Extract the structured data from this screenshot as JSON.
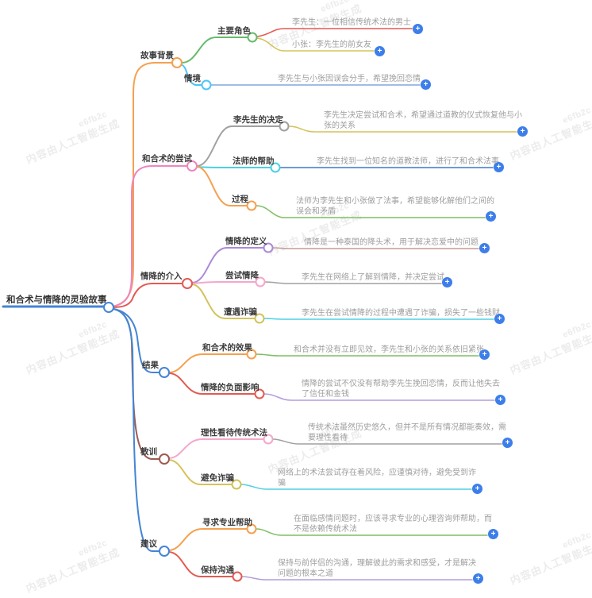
{
  "mindmap": {
    "root": {
      "label": "和合术与情降的灵验故事"
    },
    "branches": [
      {
        "label": "故事背景",
        "children": [
          {
            "label": "主要角色",
            "leaves": [
              {
                "text": "李先生：一位相信传统术法的男士"
              },
              {
                "text": "小张：李先生的前女友"
              }
            ]
          },
          {
            "label": "情境",
            "leaves": [
              {
                "text": "李先生与小张因误会分手，希望挽回恋情"
              }
            ]
          }
        ]
      },
      {
        "label": "和合术的尝试",
        "children": [
          {
            "label": "李先生的决定",
            "leaves": [
              {
                "text": "李先生决定尝试和合术，希望通过道教的仪式恢复他与小张的关系"
              }
            ]
          },
          {
            "label": "法师的帮助",
            "leaves": [
              {
                "text": "李先生找到一位知名的道教法师，进行了和合术法事"
              }
            ]
          },
          {
            "label": "过程",
            "leaves": [
              {
                "text": "法师为李先生和小张做了法事，希望能够化解他们之间的误会和矛盾"
              }
            ]
          }
        ]
      },
      {
        "label": "情降的介入",
        "children": [
          {
            "label": "情降的定义",
            "leaves": [
              {
                "text": "情降是一种泰国的降头术，用于解决恋爱中的问题"
              }
            ]
          },
          {
            "label": "尝试情降",
            "leaves": [
              {
                "text": "李先生在网络上了解到情降，并决定尝试"
              }
            ]
          },
          {
            "label": "遭遇诈骗",
            "leaves": [
              {
                "text": "李先生在尝试情降的过程中遭遇了诈骗，损失了一些钱财"
              }
            ]
          }
        ]
      },
      {
        "label": "结果",
        "children": [
          {
            "label": "和合术的效果",
            "leaves": [
              {
                "text": "和合术并没有立即见效，李先生和小张的关系依旧紧张"
              }
            ]
          },
          {
            "label": "情降的负面影响",
            "leaves": [
              {
                "text": "情降的尝试不仅没有帮助李先生挽回恋情，反而让他失去了信任和金钱"
              }
            ]
          }
        ]
      },
      {
        "label": "教训",
        "children": [
          {
            "label": "理性看待传统术法",
            "leaves": [
              {
                "text": "传统术法虽然历史悠久，但并不是所有情况都能奏效，需要理性看待"
              }
            ]
          },
          {
            "label": "避免诈骗",
            "leaves": [
              {
                "text": "网络上的术法尝试存在着风险，应谨慎对待，避免受到诈骗"
              }
            ]
          }
        ]
      },
      {
        "label": "建议",
        "children": [
          {
            "label": "寻求专业帮助",
            "leaves": [
              {
                "text": "在面临感情问题时，应该寻求专业的心理咨询师帮助，而不是依赖传统术法"
              }
            ]
          },
          {
            "label": "保持沟通",
            "leaves": [
              {
                "text": "保持与前伴侣的沟通，理解彼此的需求和感受，才是解决问题的根本之道"
              }
            ]
          }
        ]
      }
    ]
  },
  "icons": {
    "add_node": "+"
  },
  "watermark": {
    "code": "e6fb2c",
    "text": "内容由人工智能生成"
  },
  "palette": {
    "root_blue": "#4385d6",
    "orange": "#f5a050",
    "green": "#66bb6a",
    "leaf_green": "#7fbe63",
    "red": "#e25b52",
    "yellow": "#d3c35b",
    "cyan": "#4dd0e1",
    "sky_blue": "#4fc3f7",
    "periwinkle": "#82a7dc",
    "strong_blue": "#3e78c9",
    "gray": "#a0a0a0",
    "pink": "#ee85c0",
    "light_pink": "#f4a7cb",
    "purple": "#ab8bd6",
    "rosy_brown": "#c59c94",
    "light_purple": "#b39ddb",
    "brown": "#9c5b52",
    "plus_button_blue": "#3d7eea",
    "watermark_gray": "#ececec"
  }
}
